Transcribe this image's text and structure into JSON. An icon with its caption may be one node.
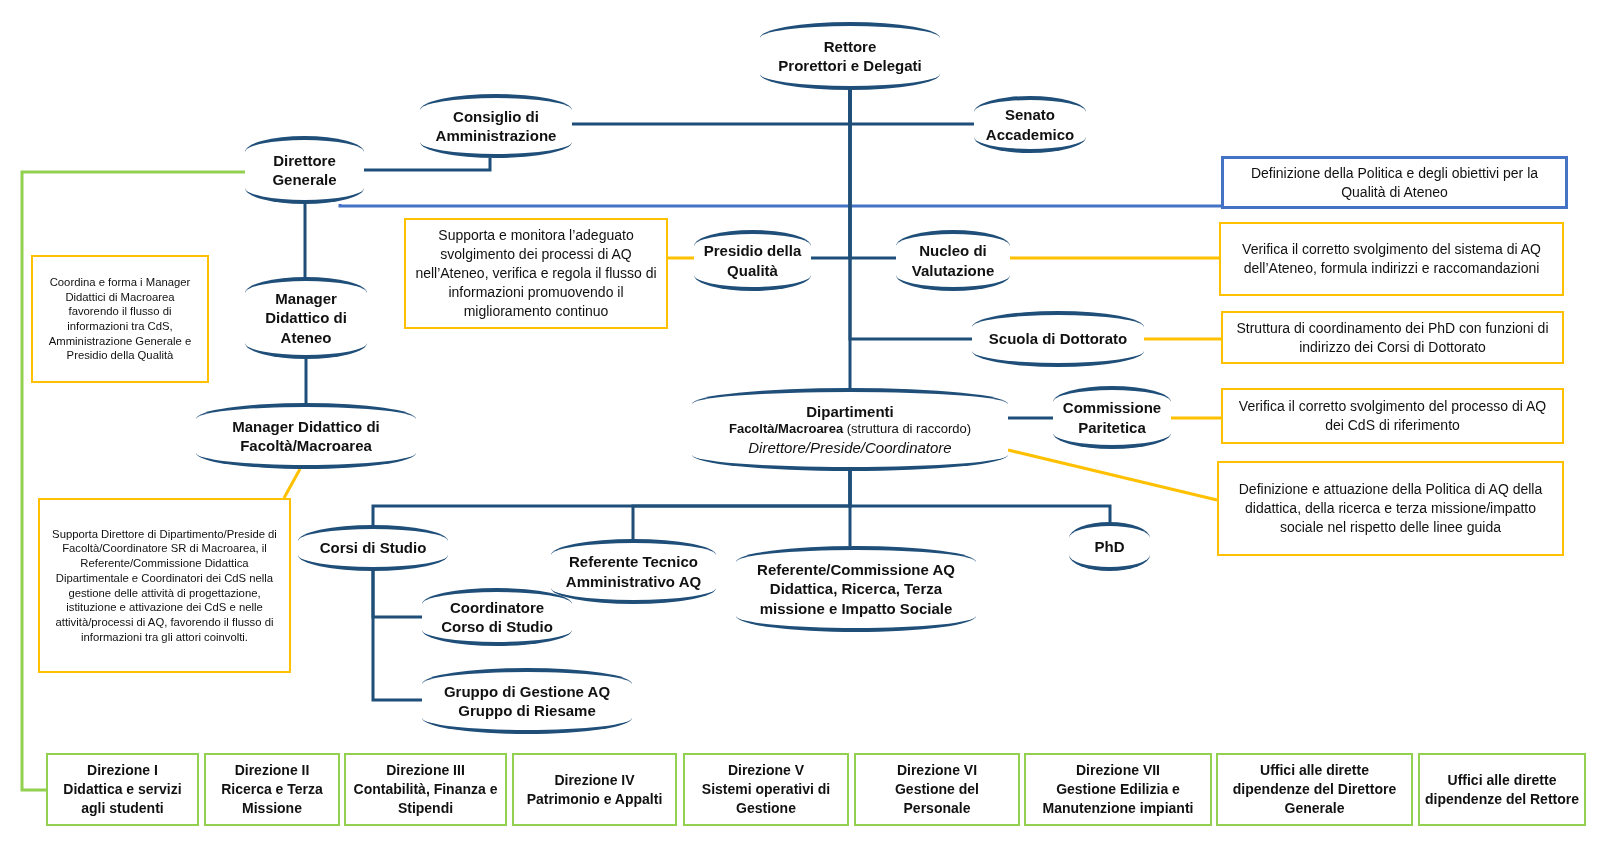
{
  "diagram": {
    "nodes": [
      {
        "text": [
          "Rettore",
          "Prorettori e Delegati"
        ]
      },
      {
        "text": [
          "Consiglio di Amministrazione"
        ]
      },
      {
        "text": [
          "Senato Accademico"
        ]
      },
      {
        "text": [
          "Direttore Generale"
        ]
      },
      {
        "text": [
          "Definizione della Politica e degli obiettivi per la Qualità di Ateneo"
        ]
      },
      {
        "text": [
          "Supporta  e monitora  l’adeguato svolgimento dei processi di AQ nell’Ateneo, verifica e regola il flusso di informazioni promuovendo il miglioramento continuo"
        ]
      },
      {
        "text": [
          "Presidio della Qualità"
        ]
      },
      {
        "text": [
          "Nucleo di Valutazione"
        ]
      },
      {
        "text": [
          "Verifica il corretto svolgimento del sistema di AQ dell’Ateneo, formula indirizzi e raccomandazioni"
        ]
      },
      {
        "text": [
          "Coordina e forma i Manager Didattici di Macroarea favorendo il flusso di informazioni tra CdS, Amministrazione Generale e Presidio della Qualità"
        ]
      },
      {
        "text": [
          "Manager Didattico di Ateneo"
        ]
      },
      {
        "text": [
          "Scuola di Dottorato"
        ]
      },
      {
        "text": [
          "Struttura di coordinamento dei PhD con funzioni di indirizzo dei Corsi di Dottorato"
        ]
      },
      {
        "text": [
          "Manager Didattico di Facoltà/Macroarea"
        ]
      },
      {
        "text": [
          "Dipartimenti",
          "**Facoltà/Macroarea** (struttura di raccordo)",
          "Direttore/Preside/Coordinatore"
        ]
      },
      {
        "text": [
          "Commissione Paritetica"
        ]
      },
      {
        "text": [
          "Verifica il corretto svolgimento del processo di AQ dei CdS di riferimento"
        ]
      },
      {
        "text": [
          "Definizione e attuazione della Politica di AQ della didattica, della ricerca e terza missione/impatto sociale nel rispetto delle linee guida"
        ]
      },
      {
        "text": [
          "Supporta Direttore di Dipartimento/Preside di Facoltà/Coordinatore SR di Macroarea, il Referente/Commissione Didattica Dipartimentale e Coordinatori dei CdS nella gestione delle attività di progettazione, istituzione e attivazione dei CdS e nelle attività/processi di AQ, favorendo il flusso di informazioni tra gli attori coinvolti."
        ]
      },
      {
        "text": [
          "Corsi di Studio"
        ]
      },
      {
        "text": [
          "Referente Tecnico Amministrativo AQ"
        ]
      },
      {
        "text": [
          "Referente/Commissione AQ Didattica,  Ricerca, Terza missione e Impatto Sociale"
        ]
      },
      {
        "text": [
          "PhD"
        ]
      },
      {
        "text": [
          "Coordinatore Corso di Studio"
        ]
      },
      {
        "text": [
          "Gruppo di Gestione AQ",
          "Gruppo di Riesame"
        ]
      },
      {
        "text": [
          "Direzione I",
          "Didattica e servizi agli studenti"
        ]
      },
      {
        "text": [
          "Direzione II",
          "Ricerca e Terza Missione"
        ]
      },
      {
        "text": [
          "Direzione III",
          "Contabilità, Finanza e Stipendi"
        ]
      },
      {
        "text": [
          "Direzione IV",
          "Patrimonio e Appalti"
        ]
      },
      {
        "text": [
          "Direzione V",
          "Sistemi operativi di Gestione"
        ]
      },
      {
        "text": [
          "Direzione VI",
          "Gestione del Personale"
        ]
      },
      {
        "text": [
          "Direzione VII",
          "Gestione Edilizia e Manutenzione impianti"
        ]
      },
      {
        "text": [
          "Uffici alle dirette dipendenze del Direttore Generale"
        ]
      },
      {
        "text": [
          "Uffici alle dirette dipendenze del Rettore"
        ]
      }
    ],
    "edges": [
      {
        "from": 0,
        "to": 1,
        "arrow": "none"
      },
      {
        "from": 0,
        "to": 2,
        "arrow": "none"
      },
      {
        "from": 3,
        "to": 1,
        "arrow": "none"
      },
      {
        "from": 3,
        "to": 4,
        "arrow": "none",
        "color": "#4472c4"
      },
      {
        "from": 3,
        "to": 10,
        "arrow": "none"
      },
      {
        "from": 10,
        "to": 13,
        "arrow": "none"
      },
      {
        "from": 0,
        "to": 6,
        "arrow": "none"
      },
      {
        "from": 0,
        "to": 7,
        "arrow": "none"
      },
      {
        "from": 6,
        "to": 5,
        "arrow": "none",
        "color": "#ffc000"
      },
      {
        "from": 7,
        "to": 8,
        "arrow": "none",
        "color": "#ffc000"
      },
      {
        "from": 0,
        "to": 11,
        "arrow": "none"
      },
      {
        "from": 11,
        "to": 12,
        "arrow": "none",
        "color": "#ffc000"
      },
      {
        "from": 0,
        "to": 14,
        "arrow": "none"
      },
      {
        "from": 14,
        "to": 15,
        "arrow": "none"
      },
      {
        "from": 15,
        "to": 16,
        "arrow": "none",
        "color": "#ffc000"
      },
      {
        "from": 14,
        "to": 17,
        "arrow": "none",
        "color": "#ffc000"
      },
      {
        "from": 13,
        "to": 18,
        "arrow": "none",
        "color": "#ffc000"
      },
      {
        "from": 14,
        "to": 19,
        "arrow": "none"
      },
      {
        "from": 14,
        "to": 20,
        "arrow": "none"
      },
      {
        "from": 14,
        "to": 21,
        "arrow": "none"
      },
      {
        "from": 14,
        "to": 22,
        "arrow": "none"
      },
      {
        "from": 19,
        "to": 23,
        "arrow": "none"
      },
      {
        "from": 19,
        "to": 24,
        "arrow": "none"
      },
      {
        "from": 3,
        "to": 25,
        "arrow": "none",
        "color": "#92d050"
      }
    ]
  }
}
